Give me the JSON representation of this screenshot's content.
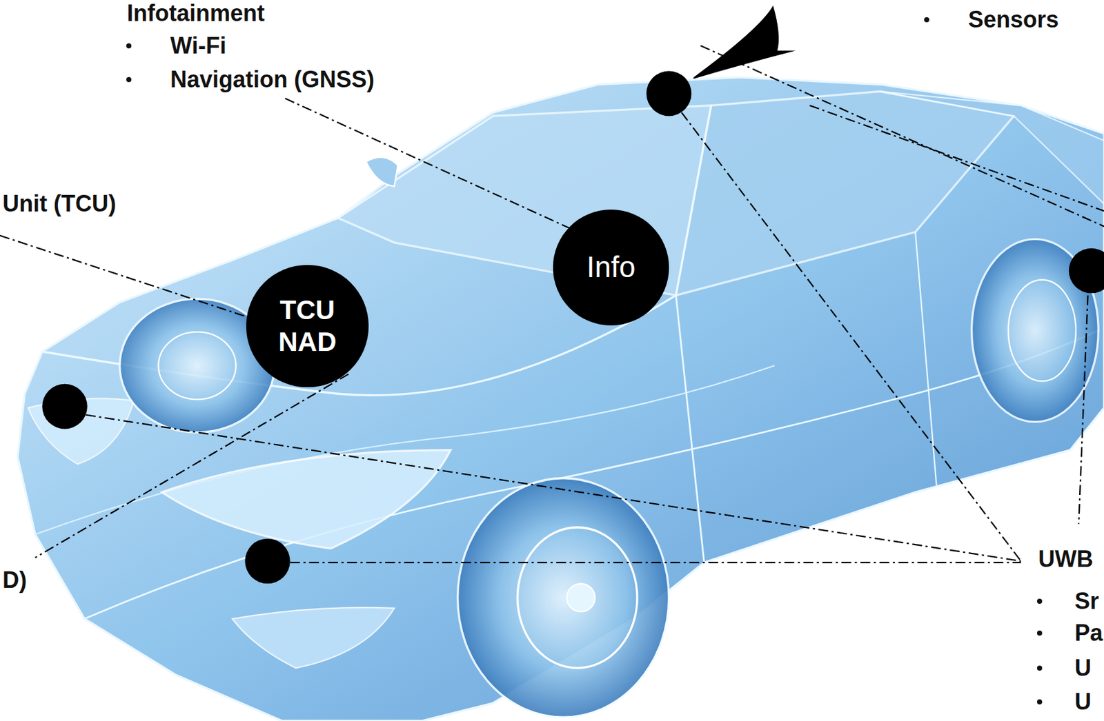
{
  "diagram": {
    "nodes": [
      {
        "text": [
          "Info"
        ]
      },
      {
        "text": [
          "TCU NAD"
        ]
      }
    ],
    "labels": [
      "Infotainment",
      "Wi-Fi",
      "Navigation (GNSS)",
      "Sensors",
      "Unit (TCU)",
      "D)",
      "UWB",
      "Sr",
      "Pa",
      "U",
      "U"
    ]
  }
}
